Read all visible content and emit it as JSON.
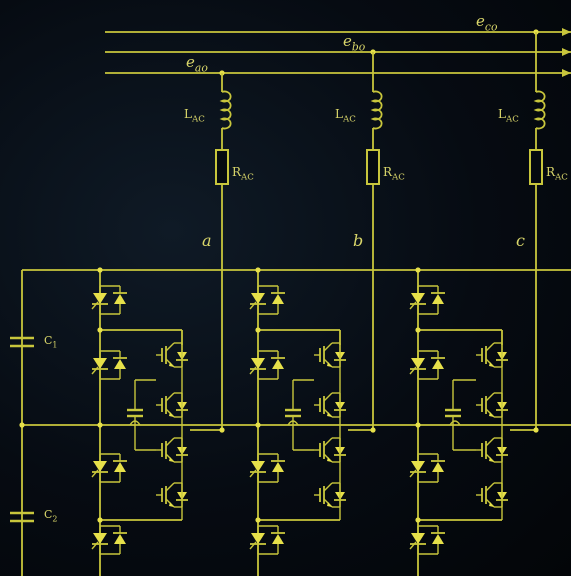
{
  "colors": {
    "wire": "#c8c63c",
    "label": "#d9d66a",
    "background": "#050a10"
  },
  "bus_labels": {
    "ea": {
      "base": "e",
      "sub": "ao"
    },
    "eb": {
      "base": "e",
      "sub": "bo"
    },
    "ec": {
      "base": "e",
      "sub": "co"
    }
  },
  "phases": [
    {
      "id": "a",
      "label": "a",
      "inductor": {
        "base": "L",
        "sub": "AC"
      },
      "resistor": {
        "base": "R",
        "sub": "AC"
      }
    },
    {
      "id": "b",
      "label": "b",
      "inductor": {
        "base": "L",
        "sub": "AC"
      },
      "resistor": {
        "base": "R",
        "sub": "AC"
      }
    },
    {
      "id": "c",
      "label": "c",
      "inductor": {
        "base": "L",
        "sub": "AC"
      },
      "resistor": {
        "base": "R",
        "sub": "AC"
      }
    }
  ],
  "capacitors": {
    "c1": {
      "base": "C",
      "sub": "1"
    },
    "c2": {
      "base": "C",
      "sub": "2"
    }
  }
}
